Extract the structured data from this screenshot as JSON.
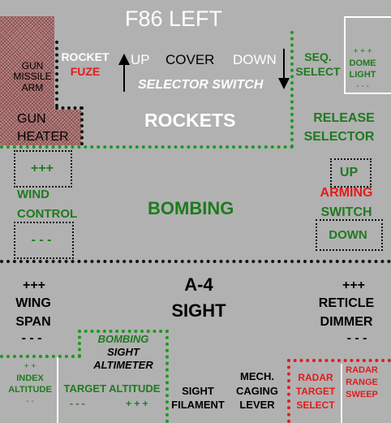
{
  "header": {
    "title": "F86 LEFT"
  },
  "gun_panel": {
    "line1": "GUN",
    "line2": "MISSILE",
    "line3": "ARM"
  },
  "gun_heater": {
    "line1": "GUN",
    "line2": "HEATER"
  },
  "rocket_fuze": {
    "line1": "ROCKET",
    "line2": "FUZE"
  },
  "selector": {
    "up": "UP",
    "cover": "COVER",
    "down": "DOWN",
    "caption": "SELECTOR SWITCH",
    "up_arrow_icon": "arrow-up-icon",
    "down_arrow_icon": "arrow-down-icon"
  },
  "seq_select": {
    "line1": "SEQ.",
    "line2": "SELECT"
  },
  "dome_light": {
    "plus": "+ + +",
    "line1": "DOME",
    "line2": "LIGHT",
    "minus": "- - -"
  },
  "rockets": {
    "label": "ROCKETS"
  },
  "release_selector": {
    "line1": "RELEASE",
    "line2": "SELECTOR"
  },
  "wind_control": {
    "plus": "+++",
    "line1": "WIND",
    "line2": "CONTROL",
    "minus": "- - -"
  },
  "bombing": {
    "label": "BOMBING"
  },
  "arming_switch": {
    "up": "UP",
    "line1": "ARMING",
    "line2": "SWITCH",
    "down": "DOWN"
  },
  "wing_span": {
    "plus": "+++",
    "line1": "WING",
    "line2": "SPAN",
    "minus": "- - -"
  },
  "sight": {
    "line1": "A-4",
    "line2": "SIGHT"
  },
  "reticle_dimmer": {
    "plus": "+++",
    "line1": "RETICLE",
    "line2": "DIMMER",
    "minus": "- - -"
  },
  "bombing_sight_altimeter": {
    "line1": "BOMBING",
    "line2": "SIGHT",
    "line3": "ALTIMETER"
  },
  "index_altitude": {
    "plus": "+ +",
    "line1": "INDEX",
    "line2": "ALTITUDE",
    "minus": "- -"
  },
  "target_altitude": {
    "label": "TARGET ALTITUDE",
    "minus": "- - -",
    "plus": "+ + +"
  },
  "sight_filament": {
    "line1": "SIGHT",
    "line2": "FILAMENT"
  },
  "caging_lever": {
    "line1": "MECH.",
    "line2": "CAGING",
    "line3": "LEVER"
  },
  "radar_target_select": {
    "line1": "RADAR",
    "line2": "TARGET",
    "line3": "SELECT"
  },
  "radar_range_sweep": {
    "line1": "RADAR",
    "line2": "RANGE",
    "line3": "SWEEP"
  },
  "colors": {
    "background": "#b1b1b1",
    "green": "#1f7a1f",
    "red": "#e31b1b",
    "white": "#ffffff"
  }
}
